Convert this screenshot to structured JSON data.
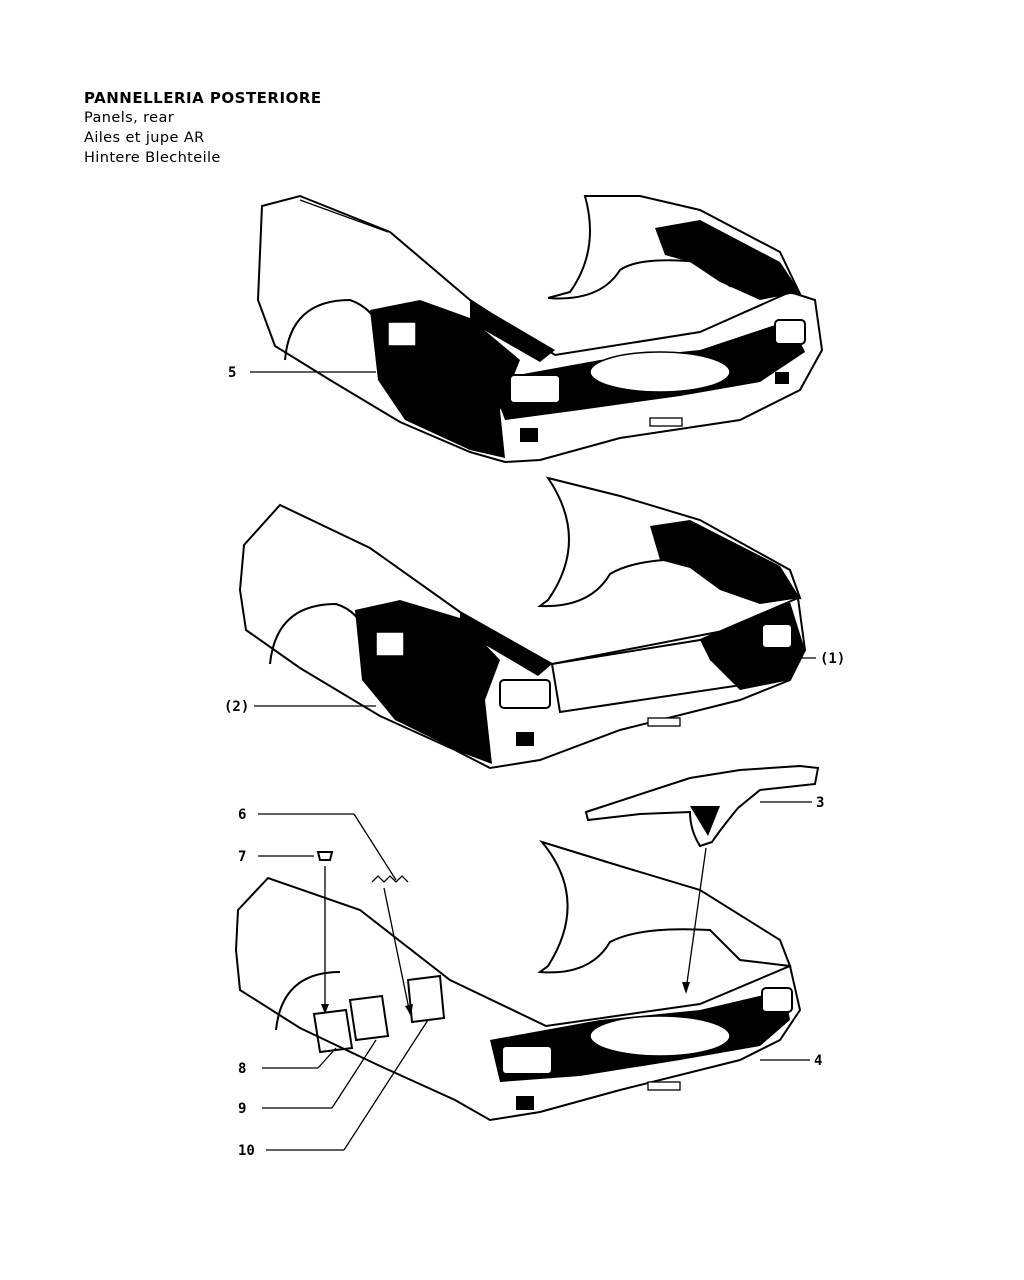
{
  "header": {
    "title_it": "PANNELLERIA POSTERIORE",
    "title_en": "Panels, rear",
    "title_fr": "Ailes et jupe AR",
    "title_de": "Hintere Blechteile"
  },
  "callouts": {
    "c5": "5",
    "c1": "(1)",
    "c2": "(2)",
    "c3": "3",
    "c4": "4",
    "c6": "6",
    "c7": "7",
    "c8": "8",
    "c9": "9",
    "c10": "10"
  }
}
